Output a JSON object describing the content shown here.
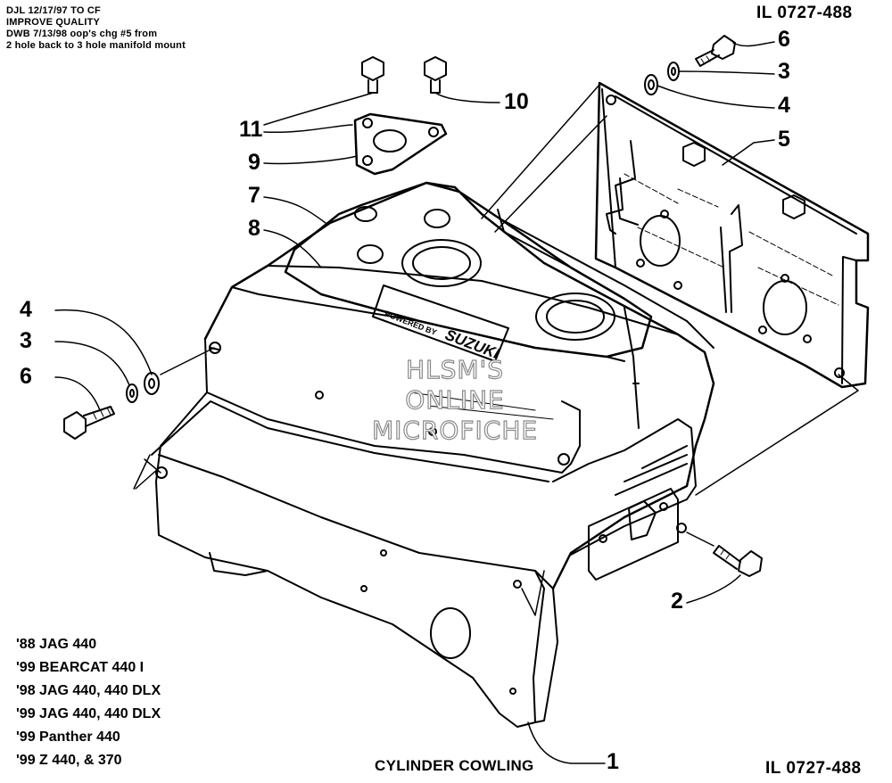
{
  "revision_notes": [
    "DJL 12/17/97 TO CF",
    "IMPROVE QUALITY",
    "DWB 7/13/98 oop's chg #5 from",
    "2 hole back to 3 hole manifold mount"
  ],
  "illustration_id_top": "IL 0727-488",
  "illustration_id_bottom": "IL 0727-488",
  "models": [
    "'88 JAG 440",
    "'99 BEARCAT 440 I",
    "'98 JAG 440, 440 DLX",
    "'99 JAG 440, 440 DLX",
    "'99 Panther 440",
    "'99 Z 440, & 370"
  ],
  "caption": "CYLINDER COWLING",
  "watermark": [
    "HLSM'S",
    "ONLINE",
    "MICROFICHE"
  ],
  "cowl_logo": {
    "small": "POWERED BY",
    "brand": "SUZUKI"
  },
  "callouts": {
    "c1": "1",
    "c2": "2",
    "c3_left": "3",
    "c3_right": "3",
    "c4_left": "4",
    "c4_right": "4",
    "c5": "5",
    "c6_left": "6",
    "c6_right": "6",
    "c7": "7",
    "c8": "8",
    "c9": "9",
    "c10": "10",
    "c11": "11"
  }
}
